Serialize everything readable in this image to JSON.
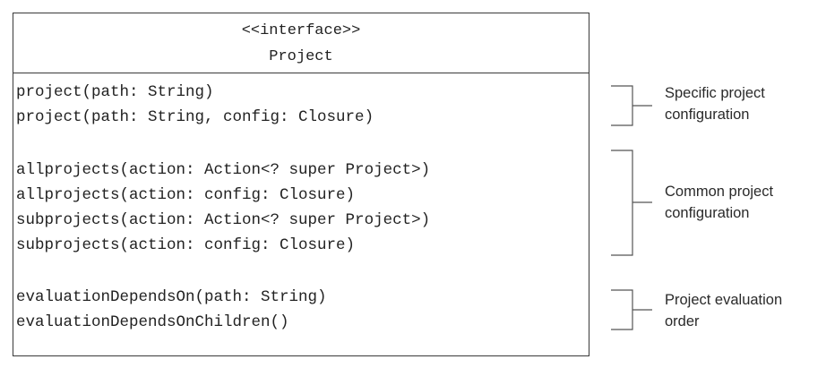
{
  "interface": {
    "stereotype": "<<interface>>",
    "name": "Project"
  },
  "method_groups": [
    {
      "methods": [
        "project(path: String)",
        "project(path: String, config: Closure)"
      ],
      "annotation": [
        "Specific project",
        "configuration"
      ]
    },
    {
      "methods": [
        "allprojects(action: Action<? super Project>)",
        "allprojects(action: config: Closure)",
        "subprojects(action: Action<? super Project>)",
        "subprojects(action: config: Closure)"
      ],
      "annotation": [
        "Common project",
        "configuration"
      ]
    },
    {
      "methods": [
        "evaluationDependsOn(path: String)",
        "evaluationDependsOnChildren()"
      ],
      "annotation": [
        "Project evaluation",
        "order"
      ]
    }
  ],
  "colors": {
    "border": "#3a3a3a",
    "text": "#222222",
    "bracket": "#555555"
  }
}
